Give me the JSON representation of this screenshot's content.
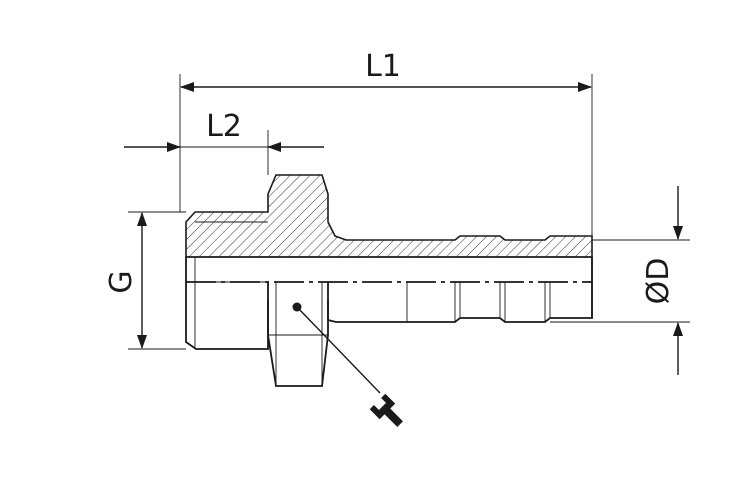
{
  "dimensions": {
    "overall_length": "L1",
    "thread_length": "L2",
    "thread": "G",
    "hose_diameter": "ØD"
  },
  "icons": {
    "wrench": "wrench-icon"
  }
}
